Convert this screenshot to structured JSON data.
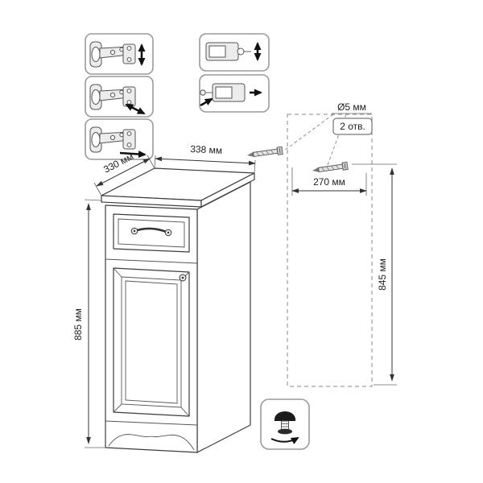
{
  "cabinet": {
    "dim_depth": "330 мм",
    "dim_width": "338 мм",
    "dim_height": "885 мм"
  },
  "mounting": {
    "hole_diameter": "Ø5 мм",
    "hole_count": "2 отв.",
    "hole_spacing": "270 мм",
    "mount_height": "845 мм"
  },
  "colors": {
    "line": "#3c3c3c",
    "dimension": "#333333",
    "dashed_outline": "#8a8a8a"
  },
  "icons": {
    "hinge_step_1": "hinge-vertical-adjust-icon",
    "hinge_step_2": "hinge-lateral-adjust-icon",
    "hinge_step_3": "hinge-mount-icon",
    "damper_step_1": "drawer-damper-icon",
    "damper_step_2": "drawer-damper-install-icon",
    "screw": "wall-screw-icon",
    "foot": "adjustable-foot-icon"
  }
}
